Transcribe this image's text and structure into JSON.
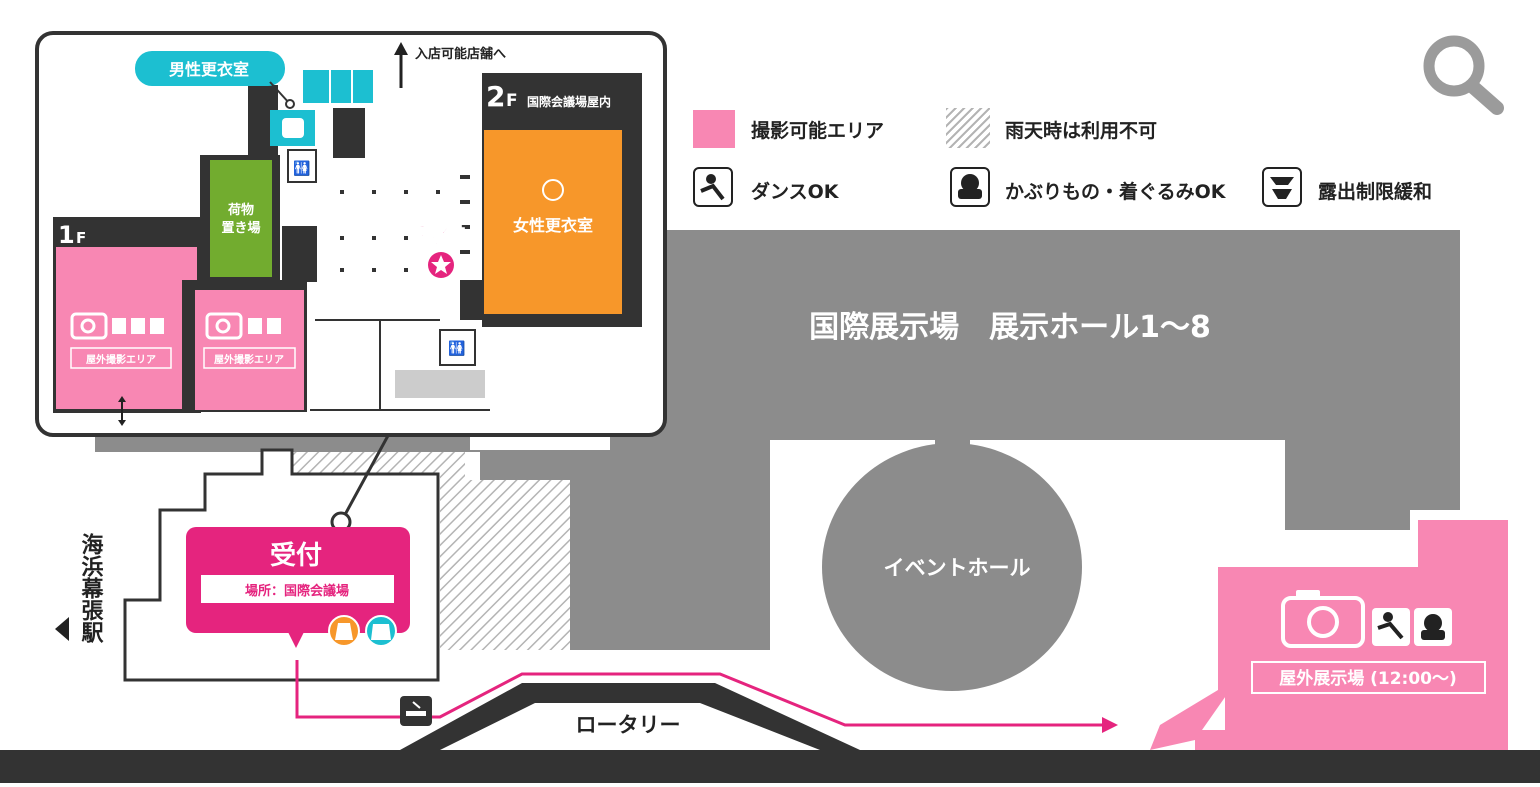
{
  "colors": {
    "pink_area": "#f887b3",
    "magenta": "#e5247e",
    "cyan": "#1cbfd1",
    "orange": "#f7972a",
    "green": "#72ac2f",
    "building_gray": "#8c8c8c",
    "dark": "#333333"
  },
  "legend": {
    "photo_area": "撮影可能エリア",
    "rain_unavailable": "雨天時は利用不可",
    "dance_ok": "ダンスOK",
    "headwear_ok": "かぶりもの・着ぐるみOK",
    "exposure_relaxed": "露出制限緩和"
  },
  "icons": {
    "search": "search-icon",
    "camera": "camera-icon",
    "dance": "dance-icon",
    "costume": "costume-head-icon",
    "exposure": "swimsuit-icon",
    "smoking": "smoking-icon",
    "restroom": "restroom-icon",
    "female_room": "female-dress-icon",
    "male_room": "male-shirt-icon",
    "reception_star": "star-icon"
  },
  "main_map": {
    "hall_label": "国際展示場　展示ホール1～8",
    "event_hall": "イベントホール",
    "rotary": "ロータリー",
    "station": "海浜幕張駅",
    "outdoor_venue_label": "屋外展示場 (12:00～)",
    "reception_title": "受付",
    "reception_place": "場所：国際会議場"
  },
  "inset": {
    "floor_1": "1",
    "floor_1_suffix": "F",
    "floor_2": "2",
    "floor_2_suffix": "F",
    "floor_2_note": "国際会議場屋内",
    "male_dressing": "男性更衣室",
    "female_dressing": "女性更衣室",
    "baggage_line1": "荷物",
    "baggage_line2": "置き場",
    "reception": "受付",
    "to_stores": "入店可能店舗へ",
    "outdoor_area_1": "屋外撮影エリア",
    "outdoor_area_2": "屋外撮影エリア"
  }
}
